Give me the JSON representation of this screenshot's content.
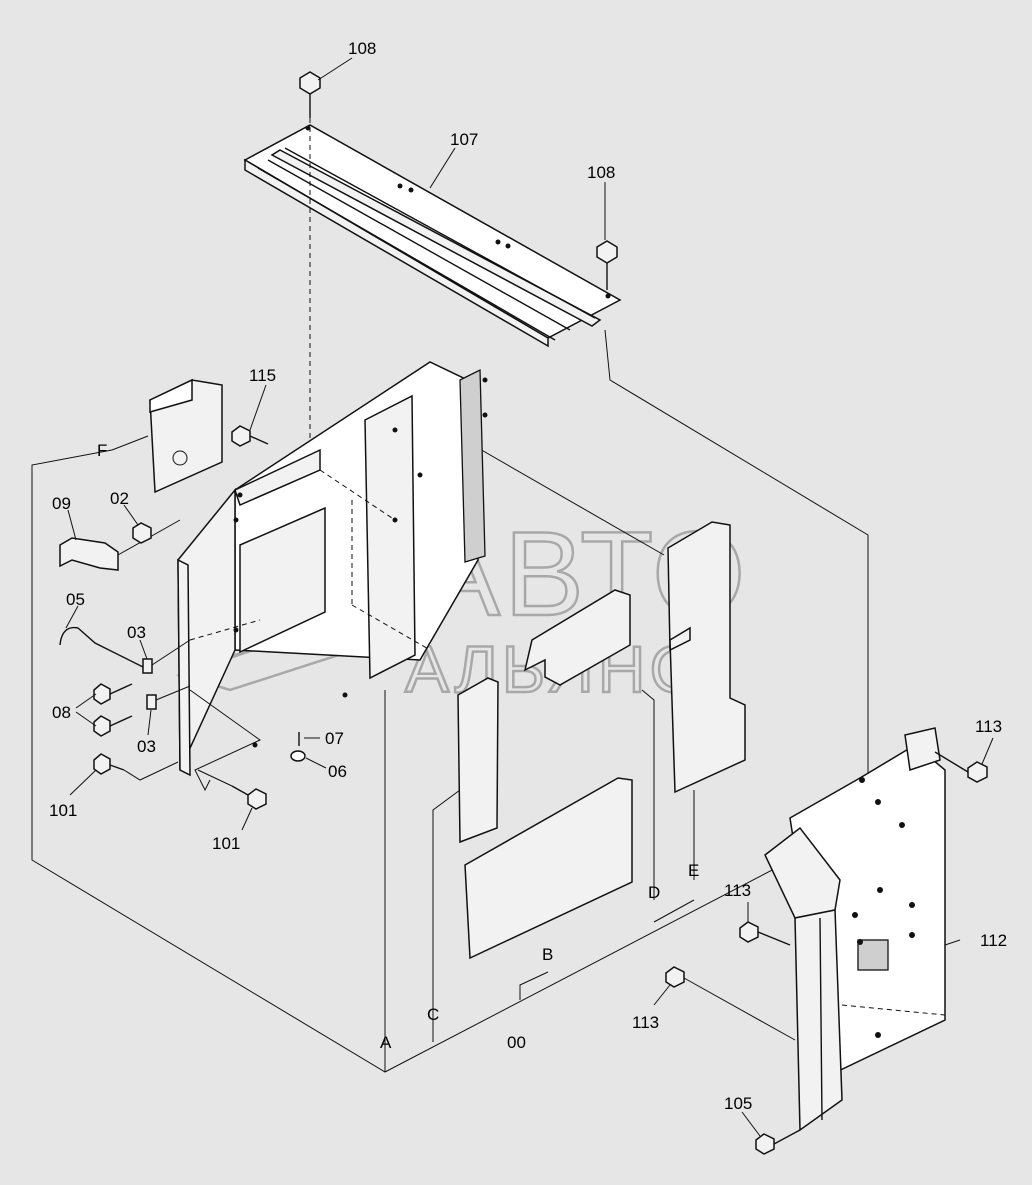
{
  "labels": {
    "l108a": "108",
    "l107": "107",
    "l108b": "108",
    "l115": "115",
    "lF": "F",
    "l09": "09",
    "l02": "02",
    "l05": "05",
    "l03a": "03",
    "l08": "08",
    "l03b": "03",
    "l07": "07",
    "l06": "06",
    "l101a": "101",
    "l101b": "101",
    "lA": "A",
    "lC": "C",
    "l00": "00",
    "lB": "B",
    "lD": "D",
    "lE": "E",
    "l113a": "113",
    "l113b": "113",
    "l113c": "113",
    "l112": "112",
    "l105": "105"
  },
  "watermark": {
    "line1": "АВТО",
    "line2": "АЛЬЯНС"
  }
}
